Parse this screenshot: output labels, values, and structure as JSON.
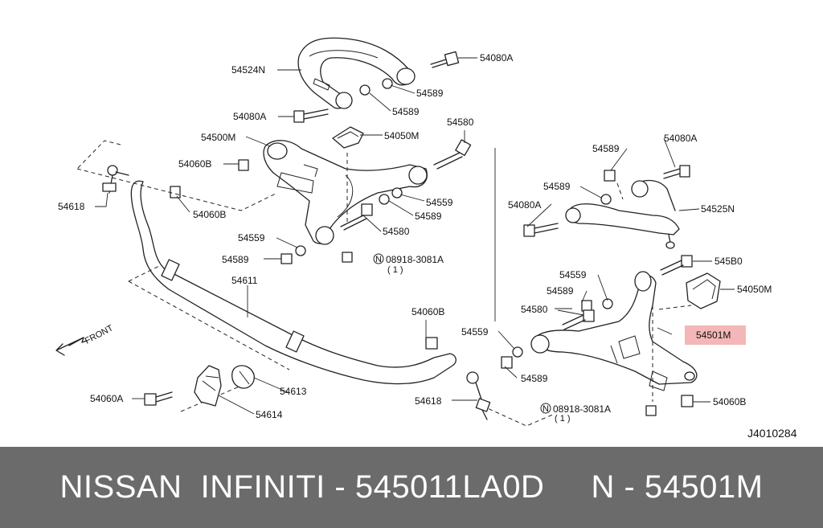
{
  "diagram_code": "J4010284",
  "banner": {
    "text": "NISSAN  INFINITI - 545011LA0D     N - 54501M"
  },
  "highlight_color": "#f4b6b6",
  "callouts": {
    "c54524N": "54524N",
    "c54080A_1": "54080A",
    "c54589_1": "54589",
    "c54589_2": "54589",
    "c54080A_2": "54080A",
    "c54580_1": "54580",
    "c54500M": "54500M",
    "c54050M_1": "54050M",
    "c54060B_1": "54060B",
    "c54618_1": "54618",
    "c54060B_2": "54060B",
    "c54559_1": "54559",
    "c54589_3": "54589",
    "c54580_2": "54580",
    "c54559_2": "54559",
    "c54589_4": "54589",
    "c08918_1": "08918-3081A",
    "c08918_1q": "( 1 )",
    "c54611": "54611",
    "c54589_5": "54589",
    "c54080A_3": "54080A",
    "c54589_6": "54589",
    "c54080A_4": "54080A",
    "c54525N": "54525N",
    "c54580_3": "545B0",
    "c54559_3": "54559",
    "c54050M_2": "54050M",
    "c54589_7": "54589",
    "c54580_4": "54580",
    "c54501M": "54501M",
    "c54060B_3": "54060B",
    "c54559_4": "54559",
    "c54589_8": "54589",
    "c54060B_4": "54060B",
    "c54618_2": "54618",
    "c08918_2": "08918-3081A",
    "c08918_2q": "( 1 )",
    "c54613": "54613",
    "c54060A": "54060A",
    "c54614": "54614",
    "front": "FRONT",
    "n_badge": "N"
  }
}
